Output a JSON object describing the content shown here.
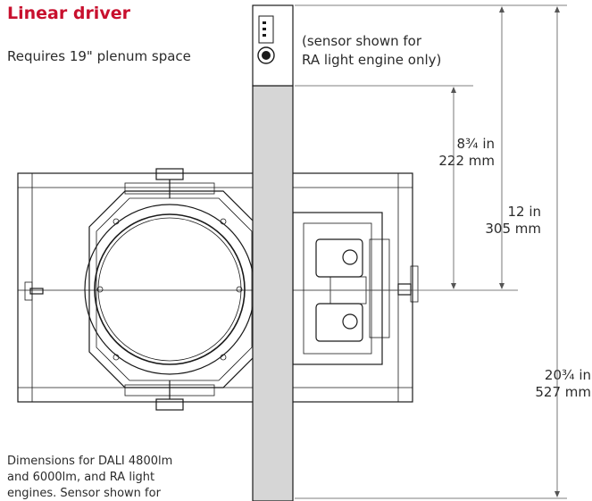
{
  "title": "Linear driver",
  "subtitle": "Requires 19\" plenum space",
  "sensor_note": [
    "(sensor shown for",
    "RA light engine only)"
  ],
  "dimensions": [
    {
      "imperial": "8¾ in",
      "metric": "222 mm"
    },
    {
      "imperial": "12 in",
      "metric": "305 mm"
    },
    {
      "imperial": "20¾ in",
      "metric": "527 mm"
    }
  ],
  "footnote": [
    "Dimensions for DALI 4800lm",
    "and 6000lm, and RA light",
    "engines. Sensor shown for"
  ],
  "colors": {
    "title": "#c8102e",
    "line": "#1a1a1a",
    "bar_fill": "#d6d6d6",
    "dim_line": "#555555"
  }
}
